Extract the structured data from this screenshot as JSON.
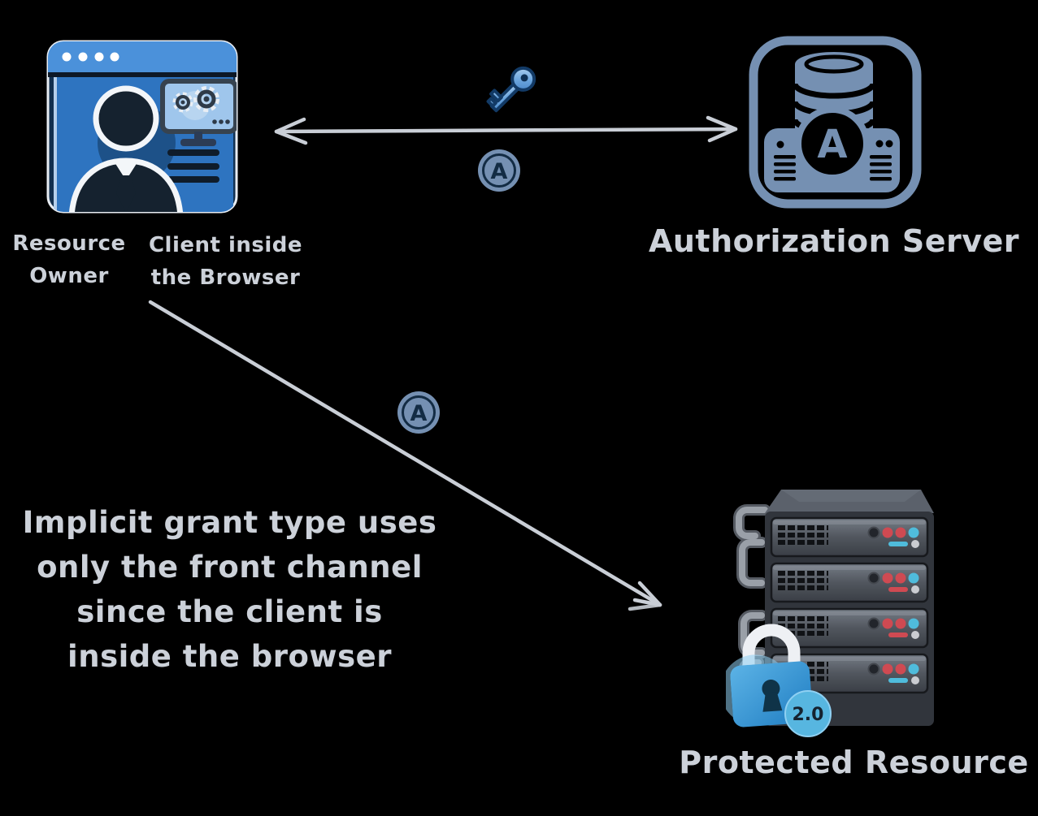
{
  "nodes": {
    "client": {
      "resource_owner_label": "Resource\nOwner",
      "client_label": "Client inside\nthe Browser"
    },
    "authorization_server": {
      "label": "Authorization Server",
      "monogram": "A"
    },
    "protected_resource": {
      "label": "Protected Resource",
      "badge": "2.0"
    }
  },
  "flows": {
    "authorization": {
      "label": "A"
    },
    "token_delivery": {
      "label": "A"
    }
  },
  "note": {
    "text": "Implicit grant type uses\nonly the front channel\nsince the client is\ninside the browser"
  },
  "icons": {
    "client": "browser-client-icon",
    "key": "key-icon",
    "authorization_server": "authorization-server-icon",
    "protected_resource": "server-rack-icon",
    "lock": "padlock-icon",
    "flow_badge": "circled-a-badge"
  },
  "colors": {
    "background": "#000000",
    "label_text": "#ccd1d9",
    "arrow": "#c9ced6",
    "steel_blue": "#7590b2",
    "dark_navy": "#132c44",
    "key_blue": "#5a9ad8",
    "browser_bar_blue": "#4b91da",
    "browser_body_blue": "#2e74c0",
    "screen_blue": "#9fc6ec",
    "rack_gray": "#3a3f47",
    "indicator_red": "#cf4a52",
    "indicator_cyan": "#4fbcdc",
    "lock_blue": "#2f8ccb",
    "badge_blue": "#57b6e0"
  }
}
